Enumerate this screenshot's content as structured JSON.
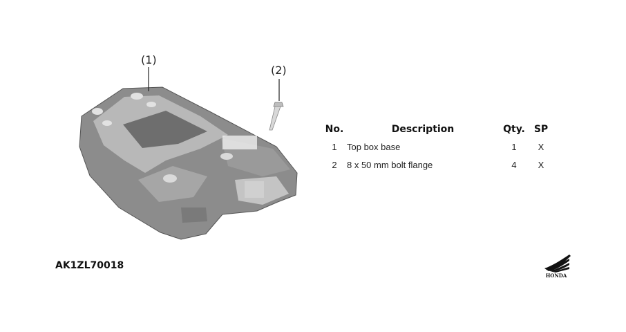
{
  "callouts": {
    "part_1": "(1)",
    "part_2": "(2)"
  },
  "parts_table": {
    "headers": {
      "no": "No.",
      "description": "Description",
      "qty": "Qty.",
      "sp": "SP"
    },
    "rows": [
      {
        "no": "1",
        "description": "Top box base",
        "qty": "1",
        "sp": "X"
      },
      {
        "no": "2",
        "description": "8 x 50 mm bolt flange",
        "qty": "4",
        "sp": "X"
      }
    ]
  },
  "kit_code": "AK1ZL70018",
  "brand": {
    "name": "HONDA"
  },
  "icons": {
    "part_drawing": "top-box-base-drawing",
    "bolt_drawing": "bolt-flange-drawing",
    "logo": "honda-wing-logo"
  },
  "colors": {
    "part_fill": "#8c8c8c",
    "part_light": "#c4c4c4",
    "text": "#111111"
  }
}
